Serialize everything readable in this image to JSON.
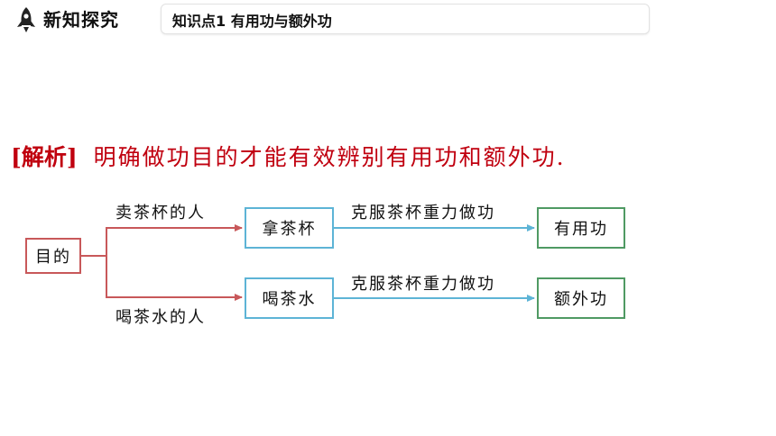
{
  "header": {
    "section_title": "新知探究",
    "topic": "知识点1  有用功与额外功"
  },
  "analysis": {
    "tag": "[解析]",
    "text": "明确做功目的才能有效辨别有用功和额外功."
  },
  "diagram": {
    "root": "目的",
    "upper_branch_label": "卖茶杯的人",
    "lower_branch_label": "喝茶水的人",
    "upper_action": "拿茶杯",
    "lower_action": "喝茶水",
    "upper_arrow_label": "克服茶杯重力做功",
    "lower_arrow_label": "克服茶杯重力做功",
    "upper_result": "有用功",
    "lower_result": "额外功"
  },
  "colors": {
    "red": "#c8585a",
    "blue": "#5db4d6",
    "green": "#4f9a63",
    "analysis_text": "#c0000f"
  },
  "icons": [
    "rocket-icon"
  ]
}
